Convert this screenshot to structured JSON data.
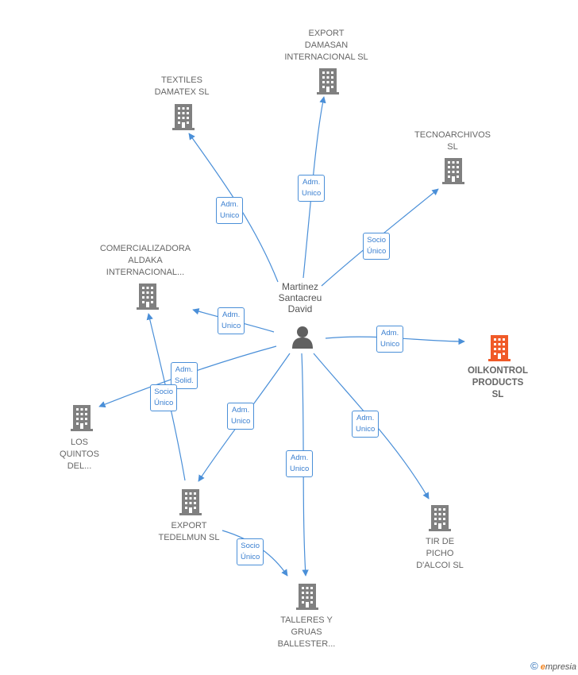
{
  "center": {
    "label": "Martinez\nSantacreu\nDavid"
  },
  "nodes": [
    {
      "id": "export-damasan",
      "label": "EXPORT\nDAMASAN\nINTERNACIONAL SL"
    },
    {
      "id": "textiles-damatex",
      "label": "TEXTILES\nDAMATEX SL"
    },
    {
      "id": "tecnoarchivos",
      "label": "TECNOARCHIVOS\nSL"
    },
    {
      "id": "comercializadora-aldaka",
      "label": "COMERCIALIZADORA\nALDAKA\nINTERNACIONAL..."
    },
    {
      "id": "oilkontrol",
      "label": "OILKONTROL\nPRODUCTS\nSL",
      "highlight": true
    },
    {
      "id": "los-quintos",
      "label": "LOS\nQUINTOS\nDEL..."
    },
    {
      "id": "export-tedelmun",
      "label": "EXPORT\nTEDELMUN  SL"
    },
    {
      "id": "tir-de-picho",
      "label": "TIR DE\nPICHO\nD'ALCOI SL"
    },
    {
      "id": "talleres-gruas",
      "label": "TALLERES Y\nGRUAS\nBALLESTER..."
    }
  ],
  "edges": [
    {
      "label": "Adm.\nUnico"
    },
    {
      "label": "Adm.\nUnico"
    },
    {
      "label": "Socio\nÚnico"
    },
    {
      "label": "Adm.\nUnico"
    },
    {
      "label": "Adm.\nUnico"
    },
    {
      "label": "Adm.\nSolid."
    },
    {
      "label": "Socio\nÚnico"
    },
    {
      "label": "Adm.\nUnico"
    },
    {
      "label": "Adm.\nUnico"
    },
    {
      "label": "Adm.\nUnico"
    },
    {
      "label": "Socio\nÚnico"
    }
  ],
  "colors": {
    "edge": "#4a8fd8",
    "building": "#808080",
    "building_highlight": "#f05a28",
    "person": "#606060"
  },
  "footer": {
    "copyright": "©",
    "brand_e": "e",
    "brand_rest": "mpresia"
  }
}
